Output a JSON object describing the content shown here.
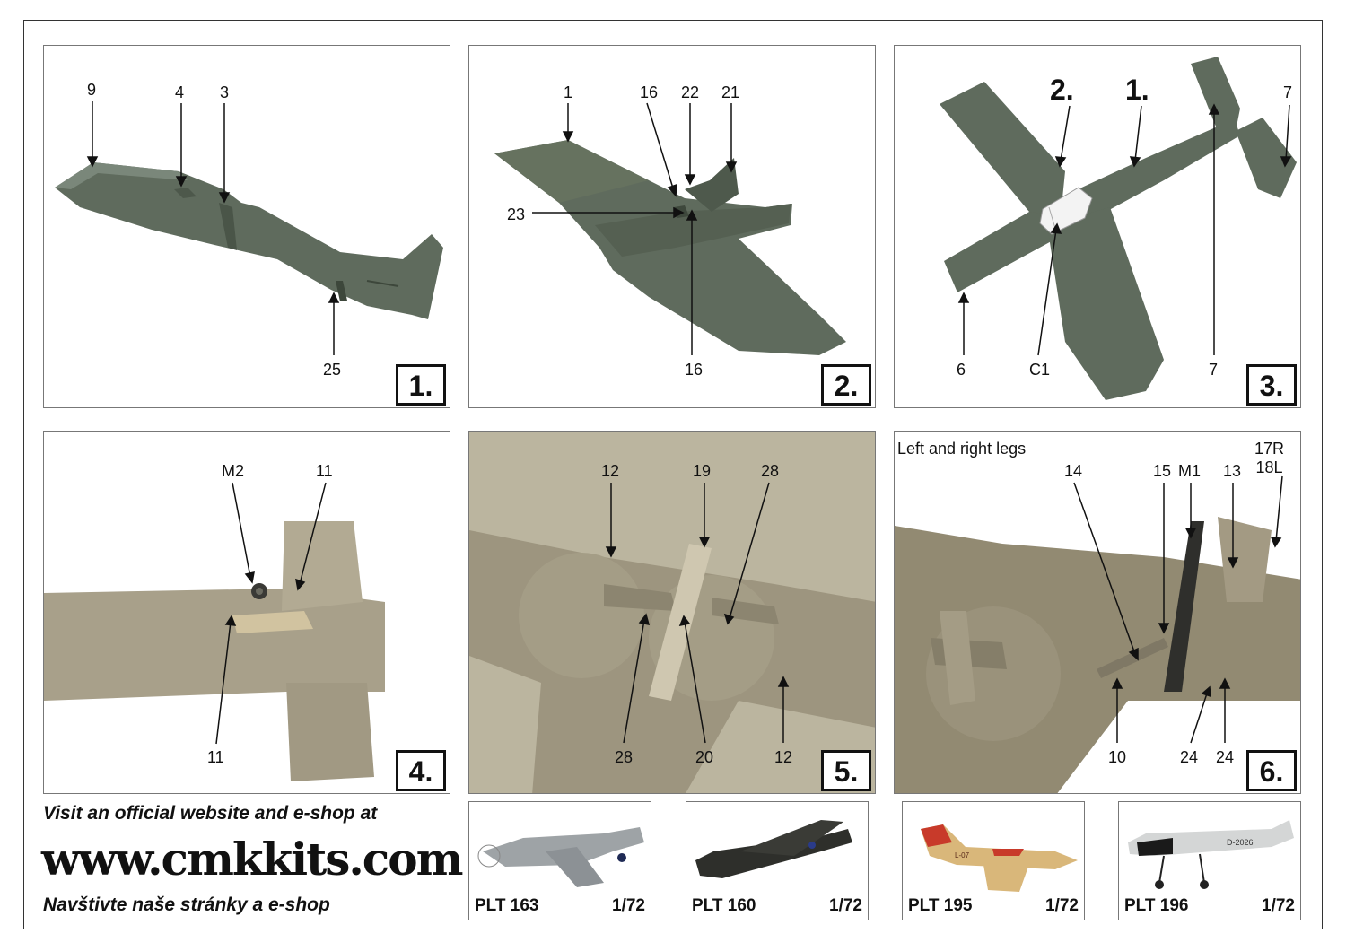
{
  "panels": [
    {
      "step": "1.",
      "callouts": [
        "9",
        "4",
        "3",
        "25"
      ]
    },
    {
      "step": "2.",
      "callouts": [
        "1",
        "16",
        "22",
        "21",
        "23",
        "16"
      ]
    },
    {
      "step": "3.",
      "callouts": [
        "2.",
        "1.",
        "7",
        "6",
        "C1",
        "7"
      ]
    },
    {
      "step": "4.",
      "callouts": [
        "M2",
        "11",
        "11"
      ]
    },
    {
      "step": "5.",
      "callouts": [
        "12",
        "19",
        "28",
        "28",
        "20",
        "12"
      ]
    },
    {
      "step": "6.",
      "note": "Left and right legs",
      "fraction_top": "17R",
      "fraction_bottom": "18L",
      "callouts": [
        "14",
        "15",
        "M1",
        "13",
        "10",
        "24",
        "24"
      ]
    }
  ],
  "promo": {
    "line1": "Visit an official website and e-shop at",
    "url": "www.cmkkits.com",
    "line2": "Navštivte naše stránky a e-shop"
  },
  "kits": [
    {
      "code": "PLT 163",
      "scale": "1/72",
      "markings": ""
    },
    {
      "code": "PLT 160",
      "scale": "1/72",
      "markings": ""
    },
    {
      "code": "PLT 195",
      "scale": "1/72",
      "markings": "L-07"
    },
    {
      "code": "PLT 196",
      "scale": "1/72",
      "markings": "D-2026"
    }
  ],
  "colors": {
    "resin_grey_green": "#5f6b5d",
    "resin_tan": "#a8a08a",
    "resin_beige": "#c8bfa5",
    "background": "#ffffff",
    "ink": "#111111"
  }
}
